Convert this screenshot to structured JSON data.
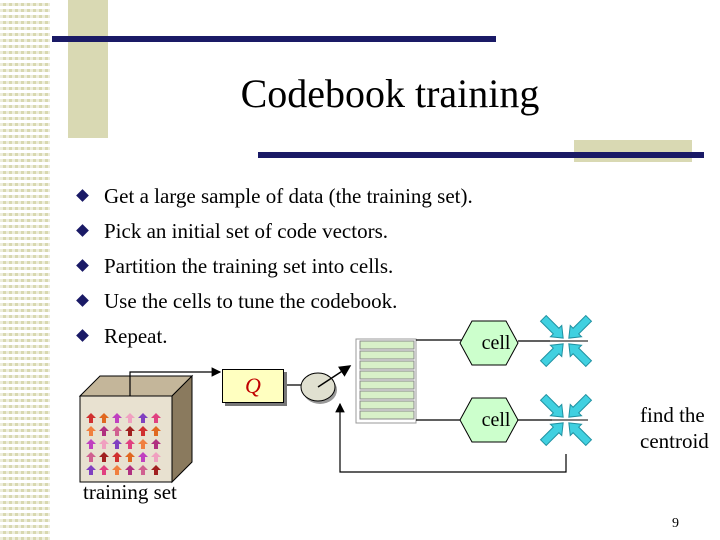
{
  "slide": {
    "title": "Codebook training",
    "bullets": [
      "Get a large sample of data (the training set).",
      "Pick an initial set of code vectors.",
      "Partition the training set into cells.",
      "Use the cells to tune the codebook.",
      "Repeat."
    ],
    "page_number": "9"
  },
  "diagram": {
    "cell_top": "cell",
    "cell_bottom": "cell",
    "quantizer_label": "Q",
    "training_set_label": "training set",
    "centroid_label_line1": "find the",
    "centroid_label_line2": "centroid"
  },
  "colors": {
    "accent_bar": "#1a1a66",
    "accent_block": "#d9d9b3",
    "hex_fill": "#ccffcc",
    "arrow_cyan": "#40d0e0",
    "q_fill": "#ffffc0",
    "q_text": "#c00000"
  }
}
